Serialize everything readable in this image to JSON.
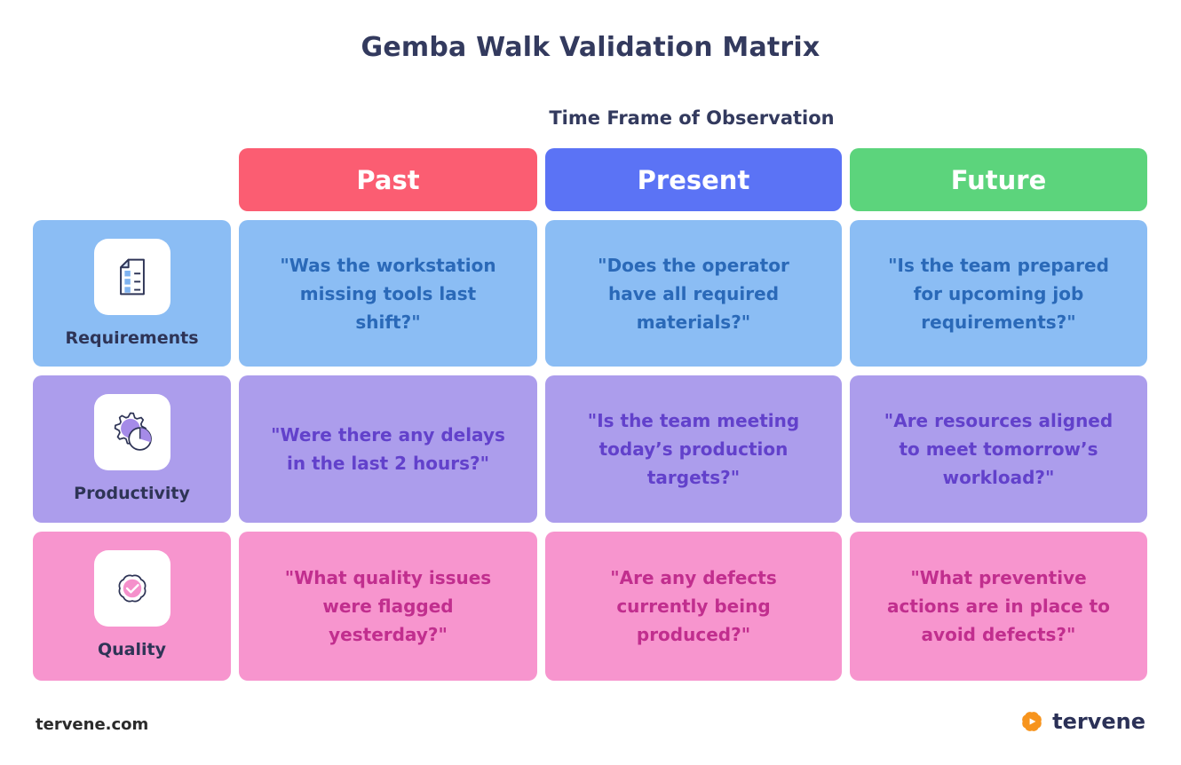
{
  "page": {
    "background": "#FFFFFF"
  },
  "title": {
    "text": "Gemba Walk Validation Matrix",
    "color": "#333A5E"
  },
  "subtitle": {
    "text": "Time Frame of Observation",
    "color": "#333A5E"
  },
  "matrix": {
    "column_headers": [
      {
        "label": "Past",
        "color": "#FB5D72"
      },
      {
        "label": "Present",
        "color": "#5B73F5"
      },
      {
        "label": "Future",
        "color": "#5CD47C"
      }
    ],
    "rows": [
      {
        "label": "Requirements",
        "icon": "document-checklist-icon",
        "cell_bg": "#8BBDF4",
        "text_color": "#2A69B8",
        "cells": [
          "\"Was the workstation missing tools last shift?\"",
          "\"Does the operator have all required materials?\"",
          "\"Is the team prepared for upcoming job requirements?\""
        ]
      },
      {
        "label": "Productivity",
        "icon": "gear-pie-chart-icon",
        "cell_bg": "#AC9DEC",
        "text_color": "#6241CB",
        "cells": [
          "\"Were there any delays in the last 2 hours?\"",
          "\"Is the team meeting today’s production targets?\"",
          "\"Are resources aligned to meet tomorrow’s workload?\""
        ]
      },
      {
        "label": "Quality",
        "icon": "badge-check-icon",
        "cell_bg": "#F795CE",
        "text_color": "#C12E8E",
        "cells": [
          "\"What quality issues were flagged yesterday?\"",
          "\"Are any defects currently being produced?\"",
          "\"What preventive actions are in place to avoid defects?\""
        ]
      }
    ]
  },
  "footer": {
    "website": "tervene.com",
    "brand": "tervene",
    "brand_orange": "#F7941D",
    "brand_navy": "#2B3157"
  }
}
